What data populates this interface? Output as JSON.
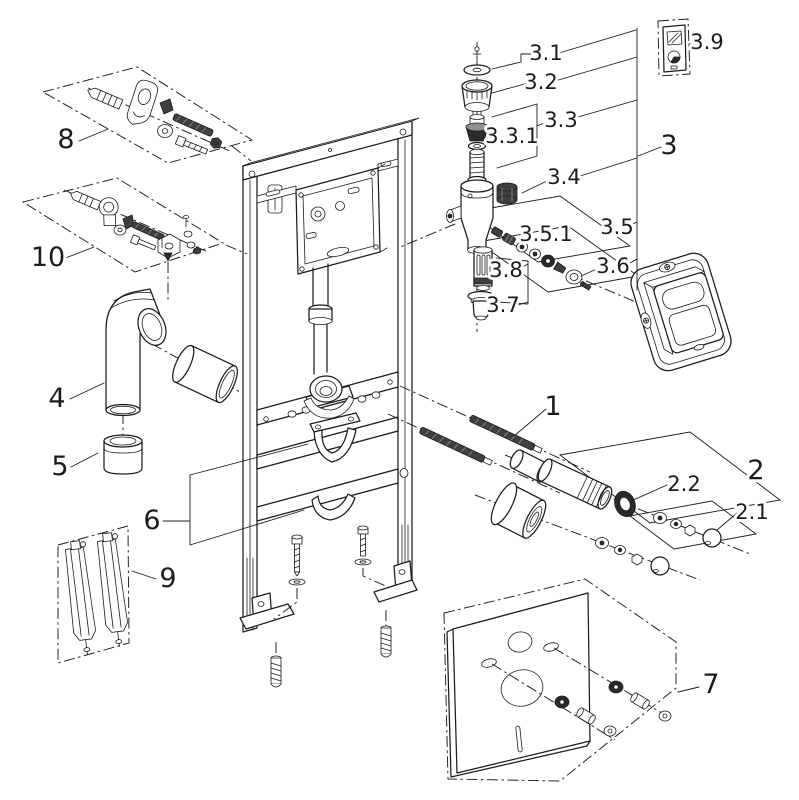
{
  "diagram_type": "exploded-parts-diagram",
  "colors": {
    "ink": "#1c1c1c",
    "paper": "#ffffff",
    "dark_metal": "#3f3f3f"
  },
  "labels": {
    "p1": "1",
    "p2": "2",
    "p2_1": "2.1",
    "p2_2": "2.2",
    "p3": "3",
    "p3_1": "3.1",
    "p3_2": "3.2",
    "p3_3": "3.3",
    "p3_3_1": "3.3.1",
    "p3_4": "3.4",
    "p3_5": "3.5",
    "p3_5_1": "3.5.1",
    "p3_6": "3.6",
    "p3_7": "3.7",
    "p3_8": "3.8",
    "p3_9": "3.9",
    "p4": "4",
    "p5": "5",
    "p6": "6",
    "p7": "7",
    "p8": "8",
    "p9": "9",
    "p10": "10"
  }
}
